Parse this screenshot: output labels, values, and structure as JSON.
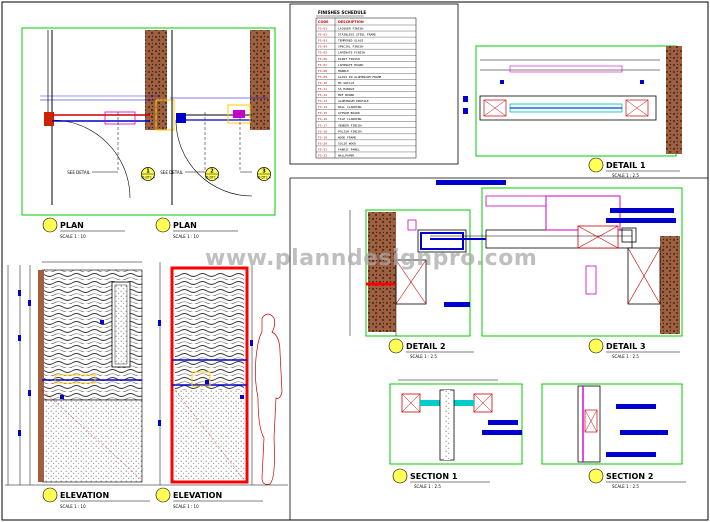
{
  "watermark": "www.planndesignpro.com",
  "views": {
    "plan_1": {
      "title": "PLAN",
      "scale": "SCALE  1 : 10"
    },
    "plan_2": {
      "title": "PLAN",
      "scale": "SCALE  1 : 10"
    },
    "elevation_1": {
      "title": "ELEVATION",
      "scale": "SCALE  1 : 10"
    },
    "elevation_2": {
      "title": "ELEVATION",
      "scale": "SCALE  1 : 10"
    },
    "detail_1": {
      "title": "DETAIL  1",
      "scale": "SCALE  1 : 2.5"
    },
    "detail_2": {
      "title": "DETAIL  2",
      "scale": "SCALE  1 : 2.5"
    },
    "detail_3": {
      "title": "DETAIL  3",
      "scale": "SCALE  1 : 2.5"
    },
    "section_1": {
      "title": "SECTION  1",
      "scale": "SCALE  1 : 2.5"
    },
    "section_2": {
      "title": "SECTION  2",
      "scale": "SCALE  1 : 2.5"
    }
  },
  "callouts": [
    {
      "num": "1",
      "ref": "ID-DT1.A"
    },
    {
      "num": "2",
      "ref": "ID-DT1.A"
    },
    {
      "num": "3",
      "ref": "ID-DT1.A"
    }
  ],
  "callout_note": "SEE DETAIL",
  "schedule": {
    "title": "FINISHES SCHEDULE",
    "col_code": "CODE",
    "col_desc": "DESCRIPTION",
    "rows": [
      {
        "code": "FS-01",
        "desc": "LACQUER FINISH"
      },
      {
        "code": "FS-02",
        "desc": "STAINLESS STEEL FRAME"
      },
      {
        "code": "FS-03",
        "desc": "TEMPERED GLASS"
      },
      {
        "code": "FS-04",
        "desc": "SPECIAL FINISH"
      },
      {
        "code": "FS-05",
        "desc": "LAMINATE FINISH"
      },
      {
        "code": "FS-06",
        "desc": "PAINT FINISH"
      },
      {
        "code": "FS-07",
        "desc": "LAMINATE BOARD"
      },
      {
        "code": "FS-08",
        "desc": "MARBLE"
      },
      {
        "code": "FS-09",
        "desc": "GLASS IN ALUMINIUM FRAME"
      },
      {
        "code": "FS-10",
        "desc": "MS GRILLE"
      },
      {
        "code": "FS-11",
        "desc": "SS HANDLE"
      },
      {
        "code": "FS-12",
        "desc": "MDF BOARD"
      },
      {
        "code": "FS-13",
        "desc": "ALUMINIUM PROFILE"
      },
      {
        "code": "FS-14",
        "desc": "WALL CLADDING"
      },
      {
        "code": "FS-15",
        "desc": "GYPSUM BOARD"
      },
      {
        "code": "FS-16",
        "desc": "TILE CLADDING"
      },
      {
        "code": "FS-17",
        "desc": "VENEER FINISH"
      },
      {
        "code": "FS-18",
        "desc": "POLISH FINISH"
      },
      {
        "code": "FS-19",
        "desc": "WOOD FRAME"
      },
      {
        "code": "FS-20",
        "desc": "SOLID WOOD"
      },
      {
        "code": "FS-21",
        "desc": "FABRIC PANEL"
      },
      {
        "code": "FS-22",
        "desc": "WALLPAPER"
      }
    ]
  },
  "colors": {
    "frame": "#00cc00",
    "dim": "#0000cc",
    "accent": "#ff0000",
    "marker": "#ffff00",
    "magenta": "#cc00cc",
    "cyan": "#00cccc"
  }
}
